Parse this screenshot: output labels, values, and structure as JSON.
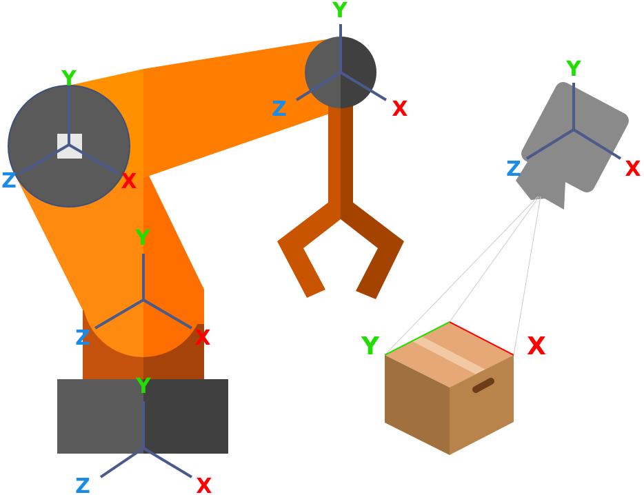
{
  "frames": {
    "shoulder": {
      "x": "X",
      "y": "Y",
      "z": "Z"
    },
    "wrist": {
      "x": "X",
      "y": "Y",
      "z": "Z"
    },
    "elbow": {
      "x": "X",
      "y": "Y",
      "z": "Z"
    },
    "base": {
      "x": "X",
      "y": "Y",
      "z": "Z"
    },
    "camera": {
      "x": "X",
      "y": "Y",
      "z": "Z"
    }
  },
  "box_labels": {
    "x": "X",
    "y": "Y"
  },
  "colors": {
    "x_axis": "#ff0000",
    "y_axis": "#22dd00",
    "z_axis": "#1a8ce8",
    "axis_line": "#4a5a8a",
    "orange": "#ff7f00"
  }
}
